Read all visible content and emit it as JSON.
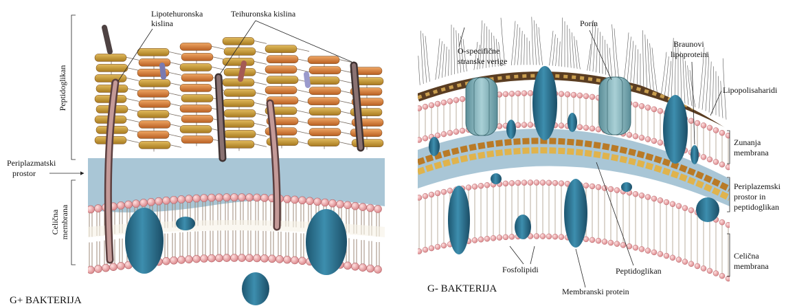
{
  "left_panel": {
    "title": "G+ BAKTERIJA",
    "labels": {
      "lipoteichoic": [
        "Lipotehuronska",
        "kislina"
      ],
      "teichoic": "Teihuronska kislina",
      "peptidoglycan": "Peptidoglikan",
      "periplasm": [
        "Periplazmatski",
        "prostor"
      ],
      "cell_membrane": [
        "Celična",
        "membrana"
      ]
    }
  },
  "right_panel": {
    "title": "G- BAKTERIJA",
    "labels": {
      "o_chains": [
        "O-specifične",
        "stranske verige"
      ],
      "porin": "Porin",
      "braun": [
        "Braunovi",
        "lipoproteini"
      ],
      "lps": "Lipopolisaharidi",
      "outer_membrane": [
        "Zunanja",
        "membrana"
      ],
      "periplasm_pg": [
        "Periplazemski",
        "prostor in",
        "peptidoglikan"
      ],
      "cell_membrane": [
        "Celična",
        "membrana"
      ],
      "phospholipids": "Fosfolipidi",
      "membrane_protein": "Membranski protein",
      "peptidoglycan": "Peptidoglikan"
    }
  },
  "colors": {
    "orange_block": "#d9843c",
    "tan_block": "#c9982f",
    "periplasm_blue": "#a9c6d6",
    "lipid_head": "#f0a8aa",
    "membrane_protein": "#2a6f8e",
    "porin": "#7fb0b8",
    "lps_band": "#6b4a2a"
  }
}
